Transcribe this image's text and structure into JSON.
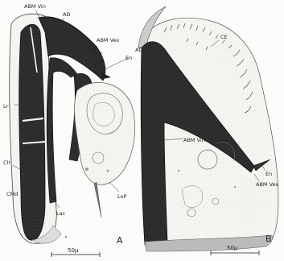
{
  "panel_a": {
    "letter": "A",
    "labels": {
      "abm_vin": "ABM Vin",
      "ad_top": "AD",
      "abm_vex": "ABM Vex",
      "ad_right": "AD",
      "en": "En",
      "lr": "Lr",
      "clr": "Clr",
      "cmd": "CMd",
      "lac": "Lac",
      "lop": "LoP"
    },
    "scale": "50μ"
  },
  "panel_b": {
    "letter": "B",
    "labels": {
      "ce": "CE",
      "abm_vin": "ABM Vin",
      "en": "En",
      "abm_vex": "ABM Vex"
    },
    "scale": "50μ"
  }
}
